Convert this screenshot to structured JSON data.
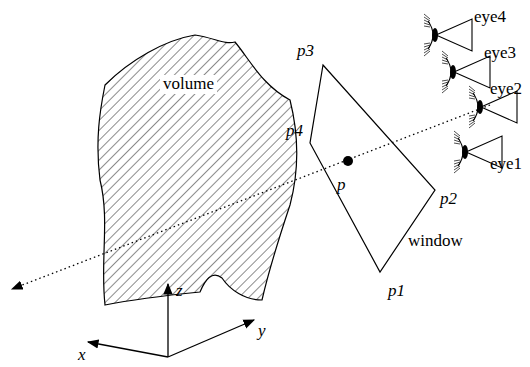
{
  "diagram": {
    "nodes": [
      {
        "text": [
          "volume"
        ]
      }
    ],
    "labels": [
      "p3",
      "p4",
      "p",
      "p2",
      "p1",
      "window",
      "eye4",
      "eye3",
      "eye2",
      "eye1",
      "x",
      "y",
      "z"
    ]
  }
}
